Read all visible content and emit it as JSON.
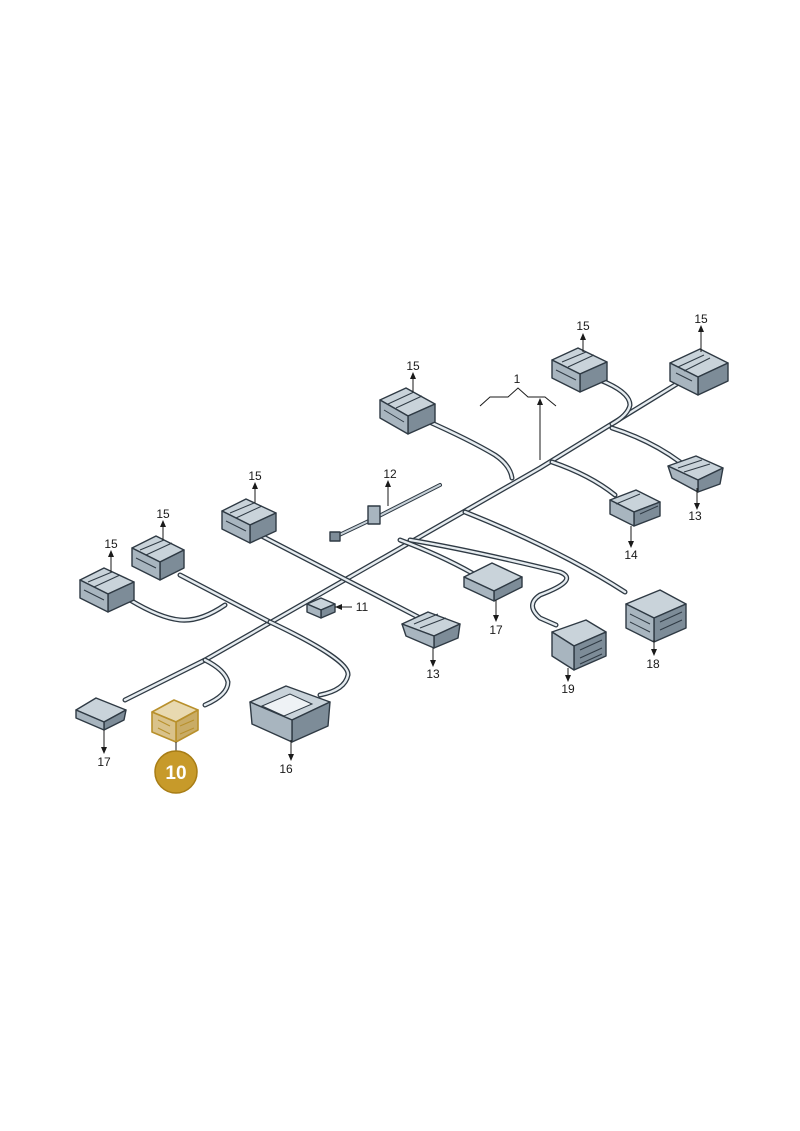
{
  "callouts": {
    "c1": "1",
    "c15_a": "15",
    "c15_b": "15",
    "c15_c": "15",
    "c15_d": "15",
    "c15_e": "15",
    "c15_f": "15",
    "c12": "12",
    "c13_a": "13",
    "c13_b": "13",
    "c14": "14",
    "c11": "11",
    "c17_a": "17",
    "c17_b": "17",
    "c18": "18",
    "c19": "19",
    "c16": "16"
  },
  "highlight": {
    "label": "10",
    "color": "#c79a2a"
  }
}
